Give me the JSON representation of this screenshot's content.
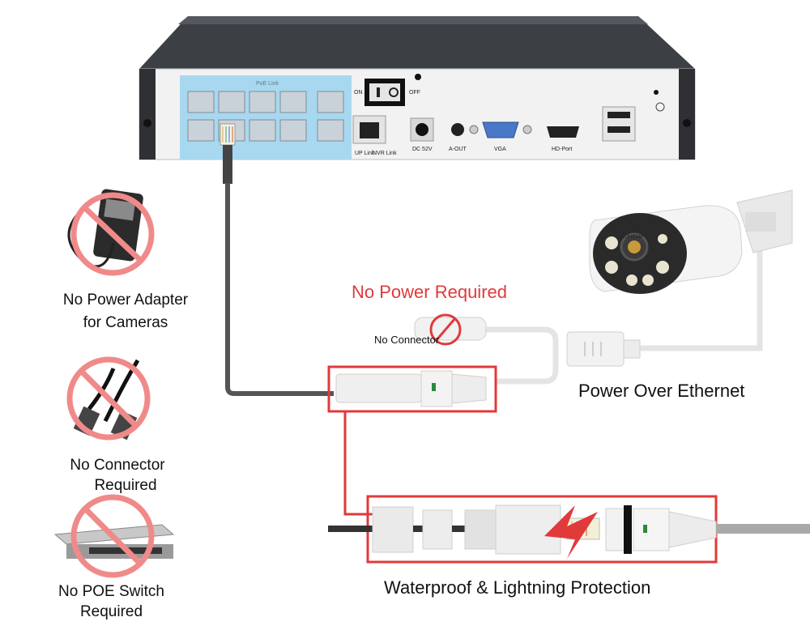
{
  "labels": {
    "no_power_required": "No Power Required",
    "no_connector_small": "No Connector",
    "power_over_ethernet": "Power Over Ethernet",
    "waterproof": "Waterproof & Lightning Protection",
    "no_adapter_line1": "No Power Adapter",
    "no_adapter_line2": "for Cameras",
    "no_connector_line1": "No Connector",
    "no_connector_line2": "Required",
    "no_poe_line1": "No POE Switch",
    "no_poe_line2": "Required"
  },
  "nvr_panel": {
    "poe_link": "PoE Link",
    "on": "ON",
    "off": "OFF",
    "up_link": "UP Link",
    "nvr_link": "NVR Link",
    "dc": "DC 52V",
    "aout": "A-OUT",
    "vga": "VGA",
    "hd": "HD-Port"
  },
  "camera": {
    "brand": "LOHCAM"
  },
  "colors": {
    "highlight": "#e03a3a",
    "poe_zone": "#a8d8f0",
    "cable": "#555555"
  }
}
